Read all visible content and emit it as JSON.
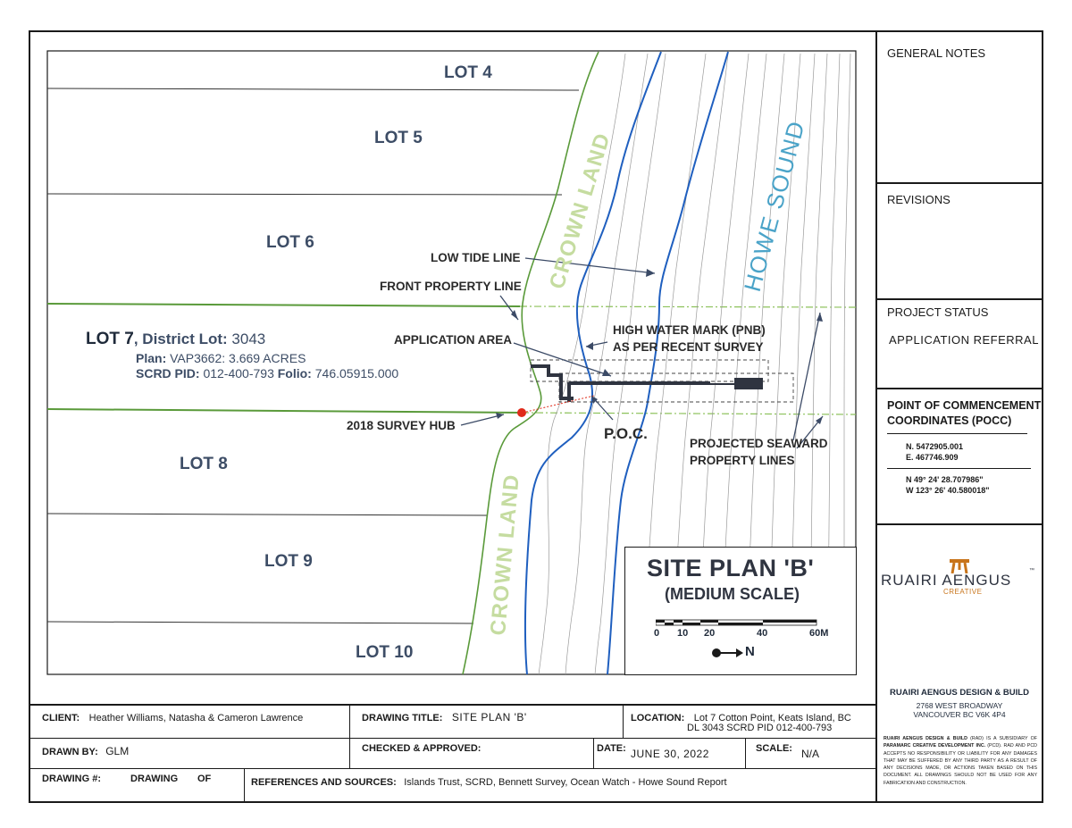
{
  "lots": {
    "lot4": "LOT 4",
    "lot5": "LOT 5",
    "lot6": "LOT 6",
    "lot8": "LOT 8",
    "lot9": "LOT 9",
    "lot10": "LOT 10"
  },
  "lot7": {
    "name": "LOT 7",
    "district_lot_label": ", District Lot:",
    "district_lot_value": " 3043",
    "plan_label": "Plan:",
    "plan_value": " VAP3662",
    "acres_value": ": 3.669 ACRES",
    "pid_label": "SCRD PID:",
    "pid_value": " 012-400-793 ",
    "folio_label": "Folio:",
    "folio_value": " 746.05915.000"
  },
  "map_labels": {
    "crown_land_upper": "CROWN LAND",
    "crown_land_lower": "CROWN LAND",
    "howe_sound": "HOWE SOUND",
    "low_tide": "LOW TIDE LINE",
    "front_property": "FRONT PROPERTY LINE",
    "application_area": "APPLICATION AREA",
    "hwm_line1": "HIGH WATER MARK (PNB)",
    "hwm_line2": "AS PER RECENT SURVEY",
    "survey_hub": "2018 SURVEY HUB",
    "poc": "P.O.C.",
    "seaward_line1": "PROJECTED SEAWARD",
    "seaward_line2": "PROPERTY LINES"
  },
  "plan_title": {
    "title": "SITE PLAN 'B'",
    "subtitle": "(MEDIUM SCALE)",
    "scale_ticks": [
      "0",
      "10",
      "20",
      "40",
      "60M"
    ],
    "north_label": "N"
  },
  "sidebar": {
    "general_notes": "GENERAL NOTES",
    "revisions": "REVISIONS",
    "project_status": "PROJECT STATUS",
    "project_status_value": "APPLICATION REFERRAL",
    "pocc_title_1": "POINT OF COMMENCEMENT",
    "pocc_title_2": "COORDINATES (POCC)",
    "northing": "N. 5472905.001",
    "easting": "E. 467746.909",
    "lat": "N 49°  24' 28.707986\"",
    "lon": "W 123°  26' 40.580018\"",
    "logo_text": "RUAIRI AENGUS",
    "logo_sub": "CREATIVE",
    "logo_tm": "™",
    "company_name": "RUAIRI AENGUS DESIGN & BUILD",
    "address_1": "2768 WEST BROADWAY",
    "address_2": "VANCOUVER BC V6K 4P4",
    "disclaimer_lead": "RUAIRI AENGUS DESIGN & BUILD",
    "disclaimer_mid": " (RAD) IS A SUBSIDIARY OF ",
    "disclaimer_pcd": "PARAMARC CREATIVE DEVELOPMENT INC.",
    "disclaimer_rest": " (PCD). RAD AND PCD ACCEPTS NO RESPONSIBILITY OR LIABILITY FOR ANY DAMAGES THAT MAY BE SUFFERED BY ANY THIRD PARTY AS A RESULT OF ANY DECISIONS MADE, OR ACTIONS TAKEN BASED ON THIS DOCUMENT. ALL DRAWINGS SHOULD NOT BE USED FOR ANY FABRICATION AND CONSTRUCTION."
  },
  "title_block": {
    "client_label": "CLIENT:",
    "client_value": "Heather Williams, Natasha & Cameron Lawrence",
    "drawing_title_label": "DRAWING TITLE:",
    "drawing_title_value": "SITE PLAN 'B'",
    "location_label": "LOCATION:",
    "location_value_1": "Lot 7 Cotton Point, Keats Island, BC",
    "location_value_2": "DL 3043  SCRD PID 012-400-793",
    "drawn_by_label": "DRAWN BY:",
    "drawn_by_value": "GLM",
    "checked_label": "CHECKED & APPROVED:",
    "date_label": "DATE:",
    "date_value": "JUNE 30, 2022",
    "scale_label": "SCALE:",
    "scale_value": "N/A",
    "drawing_num_label": "DRAWING #:",
    "drawing_label": "DRAWING",
    "of_label": "OF",
    "refs_label": "REFERENCES AND SOURCES:",
    "refs_value": "Islands Trust, SCRD, Bennett Survey, Ocean Watch - Howe Sound Report"
  },
  "colors": {
    "crown_land_green": "#c5dca0",
    "property_line_green": "#5a9a3a",
    "water_blue": "#1f5fbf",
    "howe_sound_blue": "#4aa3c8",
    "logo_orange": "#c8741a",
    "hub_red": "#e02a1a",
    "lot_text": "#3d4d66"
  }
}
